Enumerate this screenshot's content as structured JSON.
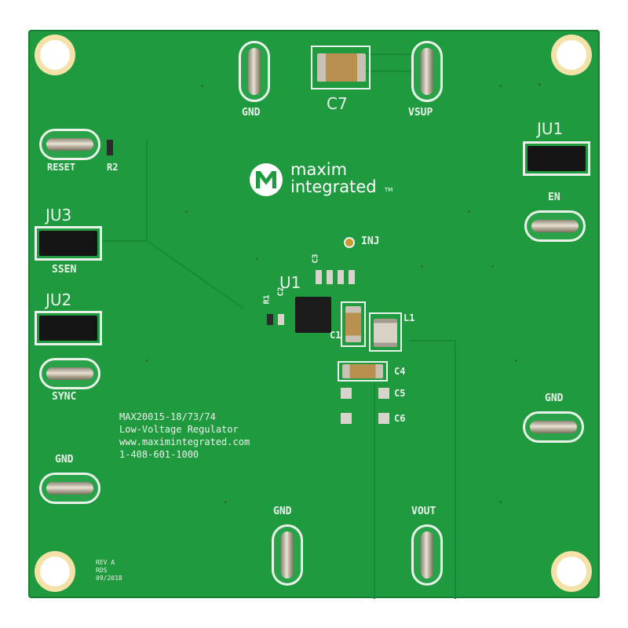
{
  "board": {
    "logo": {
      "line1": "maxim",
      "line2": "integrated",
      "tm": "TM"
    },
    "labels": {
      "gnd_top": "GND",
      "vsup": "VSUP",
      "c7": "C7",
      "ju1": "JU1",
      "en": "EN",
      "reset": "RESET",
      "r2": "R2",
      "ju3": "JU3",
      "ssen": "SSEN",
      "ju2": "JU2",
      "sync": "SYNC",
      "gnd_left": "GND",
      "gnd_right": "GND",
      "gnd_bottom": "GND",
      "vout": "VOUT",
      "inj": "INJ",
      "u1": "U1",
      "r1": "R1",
      "c2": "C2",
      "c3": "C3",
      "c1": "C1",
      "l1": "L1",
      "c4": "C4",
      "c5": "C5",
      "c6": "C6"
    },
    "info": {
      "line1": "MAX20015-18/73/74",
      "line2": "Low-Voltage Regulator",
      "line3": "www.maximintegrated.com",
      "line4": "1-408-601-1000"
    },
    "rev": {
      "line1": "REV A",
      "line2": "RDS",
      "line3": "09/2018"
    }
  }
}
